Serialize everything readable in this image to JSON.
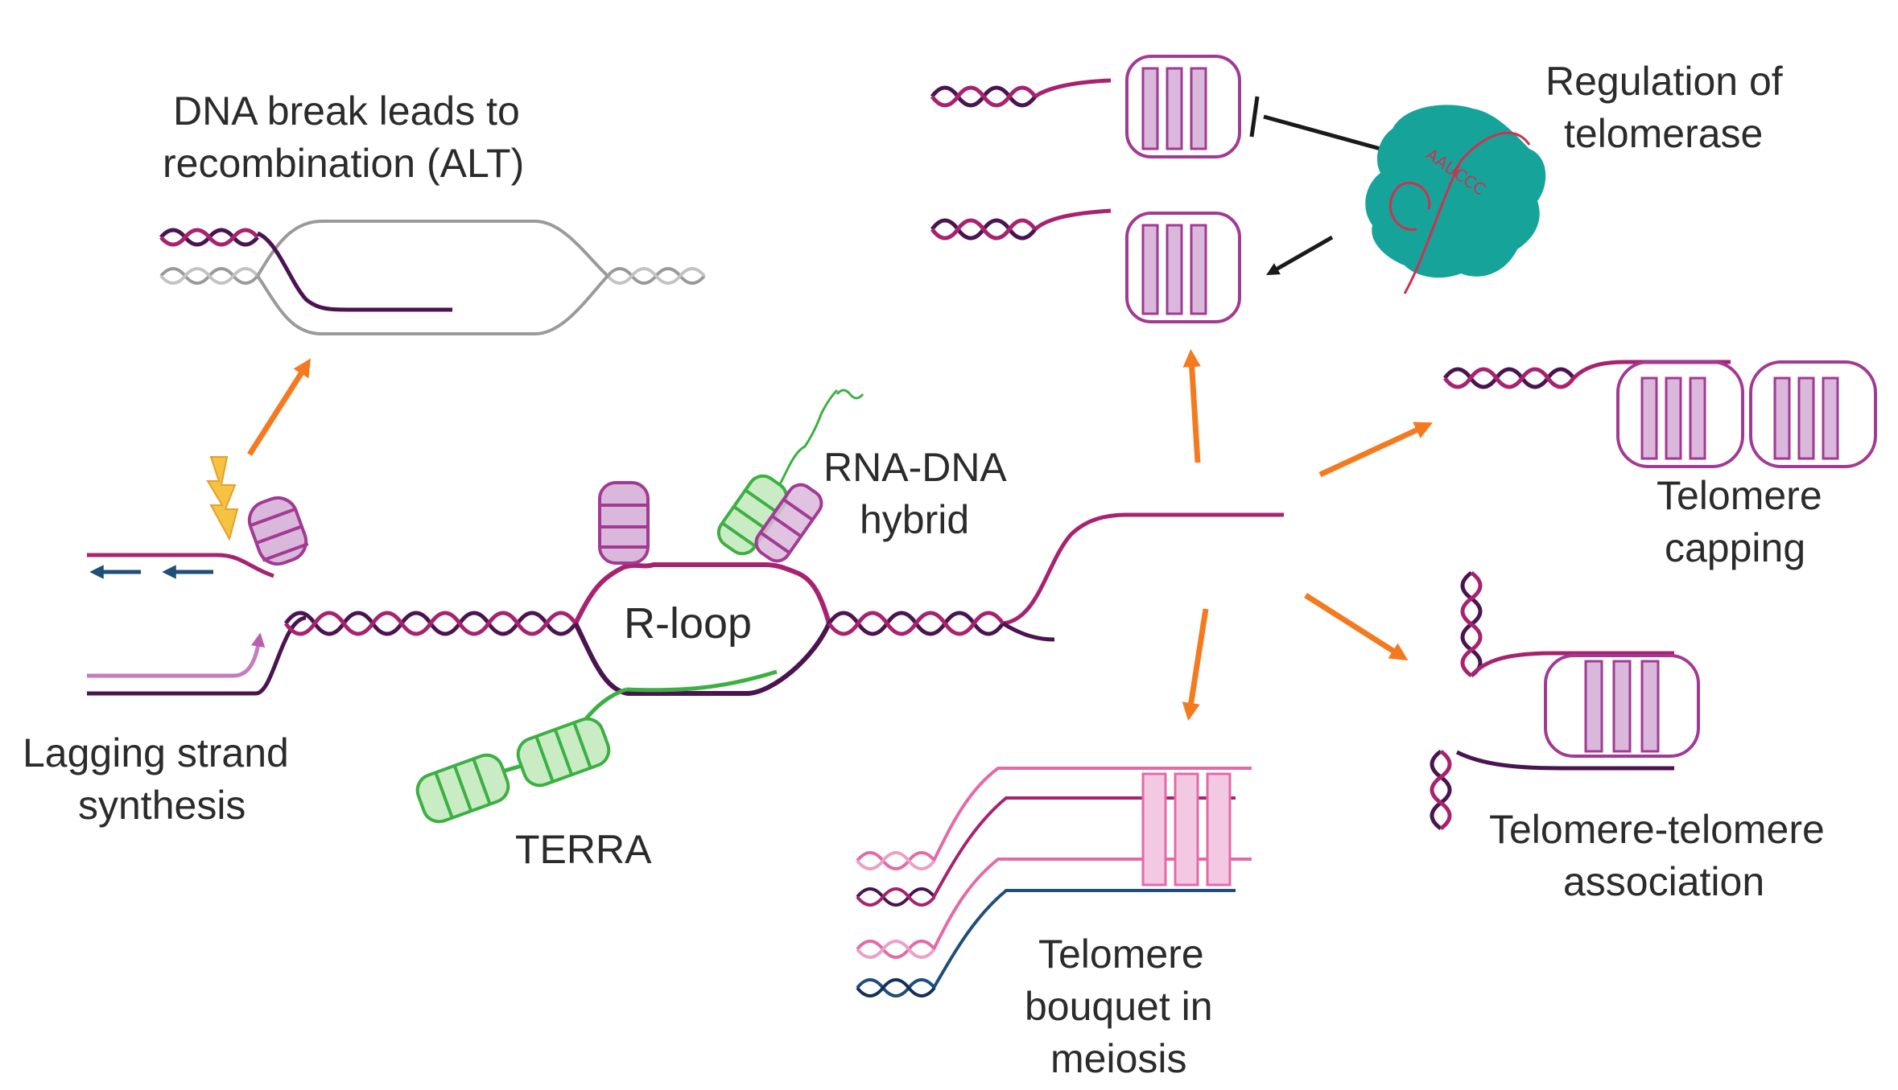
{
  "labels": {
    "alt_line1": "DNA break leads to",
    "alt_line2": "recombination (ALT)",
    "lagging_line1": "Lagging strand",
    "lagging_line2": "synthesis",
    "rloop": "R-loop",
    "hybrid_line1": "RNA-DNA",
    "hybrid_line2": "hybrid",
    "terra": "TERRA",
    "regulation_line1": "Regulation of",
    "regulation_line2": "telomerase",
    "capping_line1": "Telomere",
    "capping_line2": "capping",
    "association_line1": "Telomere-telomere",
    "association_line2": "association",
    "bouquet_line1": "Telomere",
    "bouquet_line2": "bouquet in",
    "bouquet_line3": "meiosis",
    "telomerase_rna": "AAUCCC"
  },
  "colors": {
    "dna_dark": "#4a1450",
    "dna_magenta": "#a8236f",
    "g4_fill": "#d9b8dc",
    "g4_stroke": "#a23a93",
    "terra_green": "#3cb043",
    "terra_fill": "#c9ecc4",
    "arrow_orange": "#f47a20",
    "telomerase_teal": "#16a39a",
    "gray_strand": "#9a9a9a",
    "pink_strand": "#e36aa8",
    "navy_strand": "#1f4e79",
    "lightning": "#f5c242"
  }
}
